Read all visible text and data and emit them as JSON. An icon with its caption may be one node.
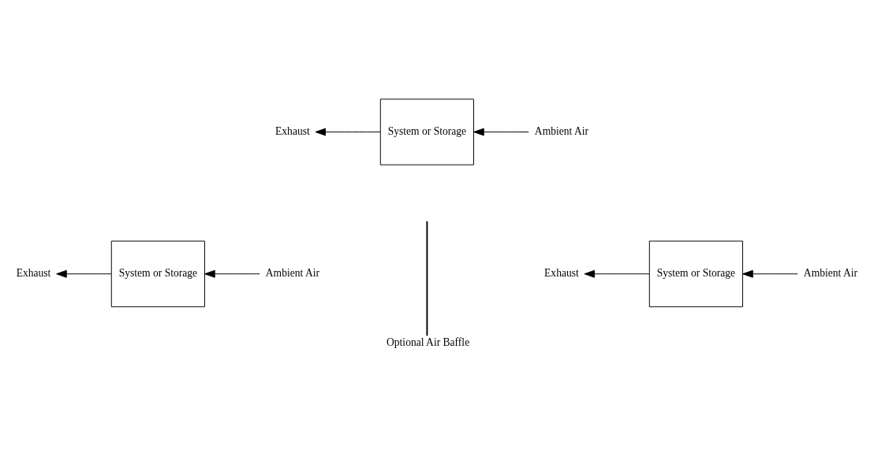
{
  "diagram": {
    "nodes": [
      {
        "text": [
          "Exhaust"
        ]
      },
      {
        "text": [
          "Ambient Air"
        ]
      },
      {
        "text": [
          "System or Storage"
        ]
      },
      {
        "text": [
          "Exhaust"
        ]
      },
      {
        "text": [
          "Ambient Air"
        ]
      },
      {
        "text": [
          "System or Storage"
        ]
      },
      {
        "text": [
          "Exhaust"
        ]
      },
      {
        "text": [
          "System or Storage"
        ]
      },
      {
        "text": [
          "Ambient Air"
        ]
      },
      {
        "text": [
          "Optional Air Baffle"
        ]
      }
    ],
    "edges": [
      {
        "from": 1,
        "to": 2,
        "arrow": "to"
      },
      {
        "from": 2,
        "to": 0,
        "arrow": "to"
      },
      {
        "from": 8,
        "to": 7,
        "arrow": "to"
      },
      {
        "from": 7,
        "to": 6,
        "arrow": "to"
      },
      {
        "from": 4,
        "to": 5,
        "arrow": "to"
      },
      {
        "from": 5,
        "to": 3,
        "arrow": "to"
      }
    ]
  }
}
